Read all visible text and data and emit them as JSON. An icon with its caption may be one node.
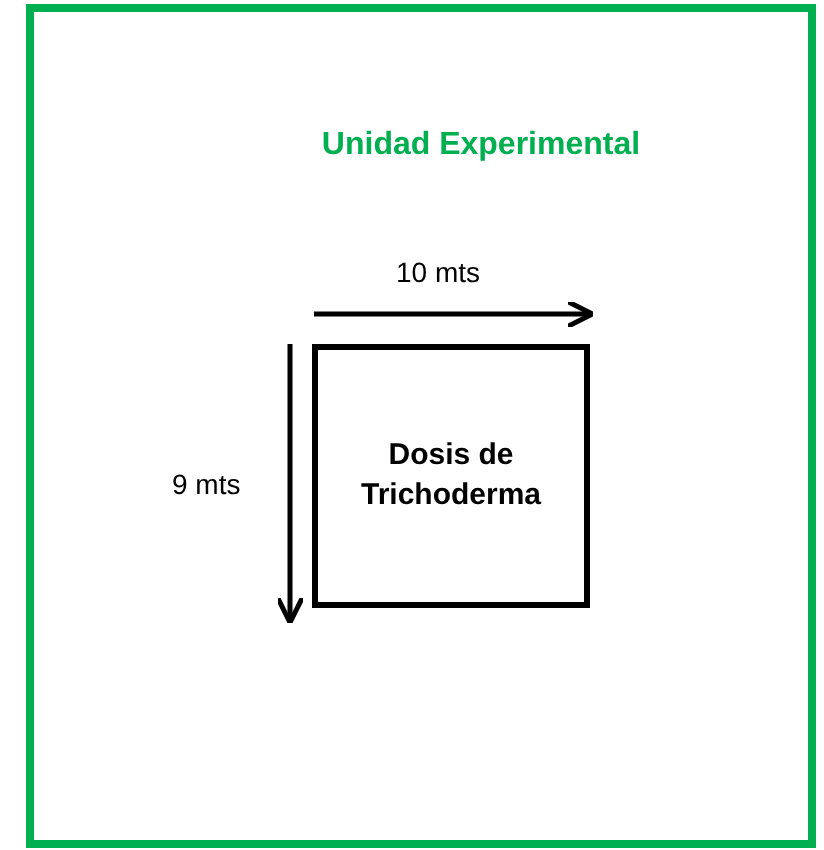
{
  "diagram": {
    "nodes": [
      {
        "text": [
          "Unidad Experimental"
        ]
      },
      {
        "text": [
          "Dosis de Trichoderma"
        ],
        "in": 0
      }
    ],
    "labels": [
      "10 mts",
      "9 mts"
    ]
  }
}
